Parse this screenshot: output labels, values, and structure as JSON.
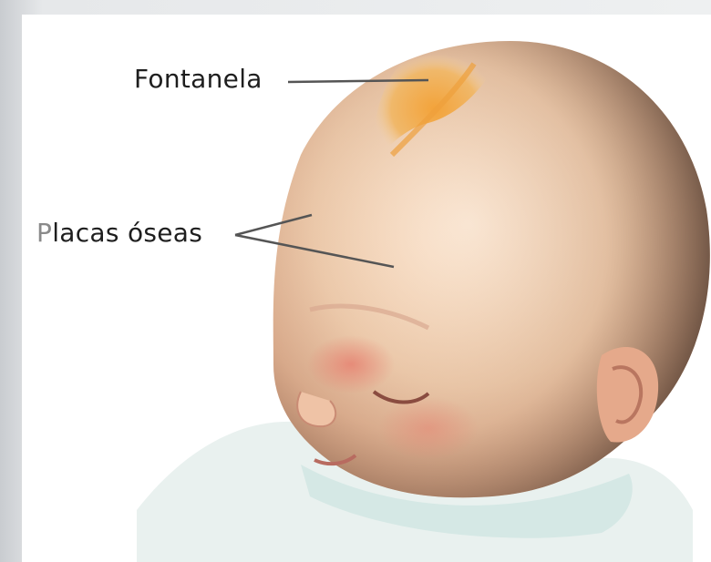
{
  "labels": {
    "fontanela": "Fontanela",
    "placas_first": "P",
    "placas_rest": "lacas óseas"
  },
  "colors": {
    "fontanel": "#f0a53c",
    "skin": "#f3d2b4",
    "skin_shadow": "#e0a98a",
    "hair_dark": "#2c2520",
    "clothing": "#cfe6e2"
  },
  "icons": [
    "baby-head-illustration"
  ]
}
